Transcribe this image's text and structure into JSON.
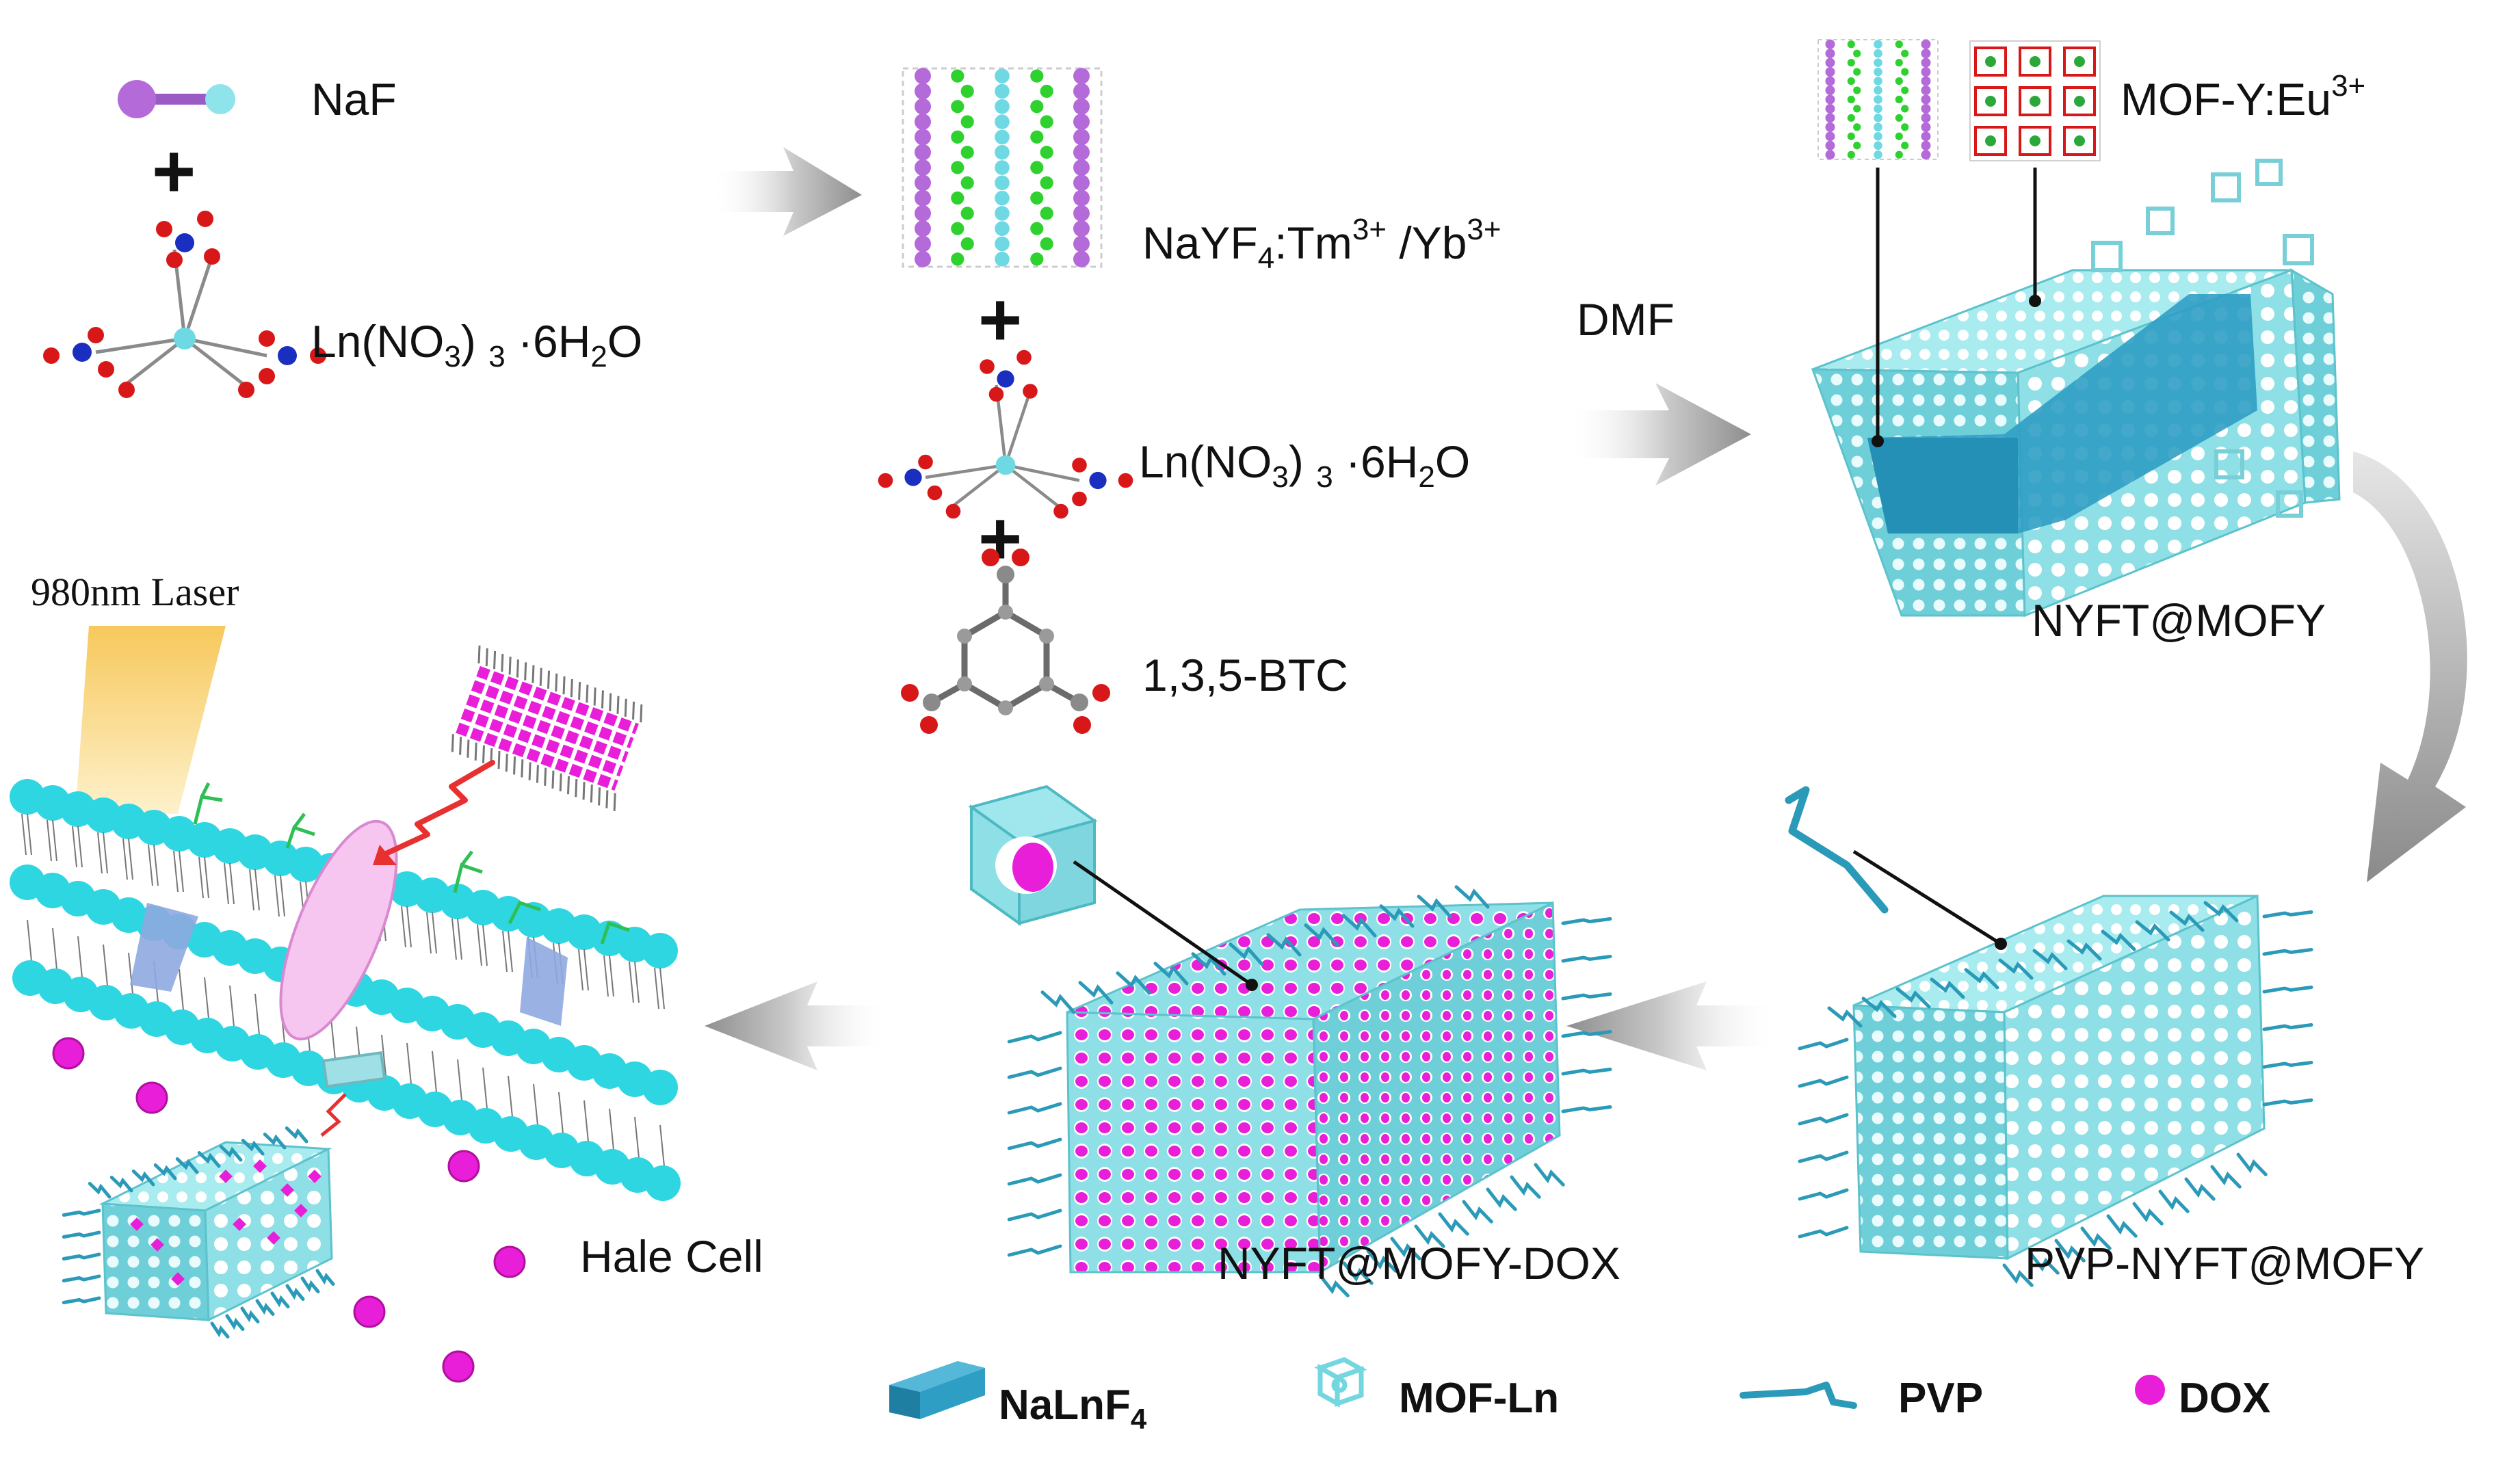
{
  "reactants": {
    "naf": "NaF",
    "ln_nitrate": {
      "pre": "Ln(NO",
      "sub1": "3",
      "mid": ") ",
      "sub2": "3",
      "post": " ·6H",
      "sub3": "2",
      "end": "O"
    }
  },
  "step1": {
    "product": {
      "pre": "NaYF",
      "sub": "4",
      "mid": ":Tm",
      "sup1": "3+",
      "mid2": " /Yb",
      "sup2": "3+"
    },
    "ln_nitrate": {
      "pre": "Ln(NO",
      "sub1": "3",
      "mid": ") ",
      "sub2": "3",
      "post": " ·6H",
      "sub3": "2",
      "end": "O"
    },
    "btc": "1,3,5-BTC",
    "solvent": "DMF"
  },
  "mof_label": {
    "pre": "MOF-Y:Eu",
    "sup": "3+"
  },
  "nyft_mofy": "NYFT@MOFY",
  "pvp_product": "PVP-NYFT@MOFY",
  "dox_product": "NYFT@MOFY-DOX",
  "cell": {
    "laser": "980nm Laser",
    "name": "Hale  Cell"
  },
  "plus_sign": "+",
  "legend": [
    {
      "id": "nalnf4",
      "pre": "NaLnF",
      "sub": "4",
      "color": "#2f9ec4"
    },
    {
      "id": "mofln",
      "pre": "MOF-Ln",
      "sub": "",
      "color": "#74d6de"
    },
    {
      "id": "pvp",
      "pre": "PVP",
      "sub": "",
      "color": "#2b9ab8"
    },
    {
      "id": "dox",
      "pre": "DOX",
      "sub": "",
      "color": "#e81ed8"
    }
  ],
  "colors": {
    "mof_cyan": "#8fe0e6",
    "nalnf4_blue": "#2f9ec4",
    "dox_magenta": "#e81ed8",
    "sodium_purple": "#b46ad8",
    "fluorine_green": "#2ed12e",
    "yttrium_cyan": "#6fd9e3",
    "oxygen_red": "#d81818",
    "nitrogen_blue": "#1a2fbf",
    "arrow_gray": "#9a9a9a",
    "laser_yellow": "#f8d26a",
    "membrane_cyan": "#2ed6e2"
  }
}
